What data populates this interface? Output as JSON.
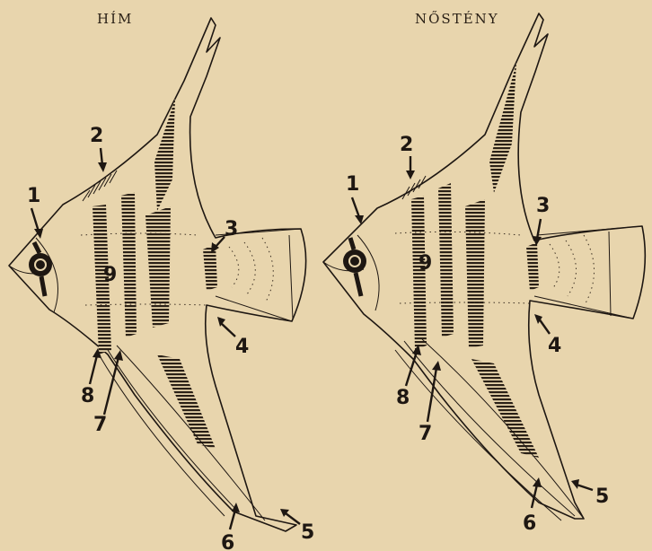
{
  "titles": {
    "male": "HÍM",
    "female": "NŐSTÉNY"
  },
  "labels": {
    "n1": "1",
    "n2": "2",
    "n3": "3",
    "n4": "4",
    "n5": "5",
    "n6": "6",
    "n7": "7",
    "n8": "8",
    "n9": "9"
  }
}
